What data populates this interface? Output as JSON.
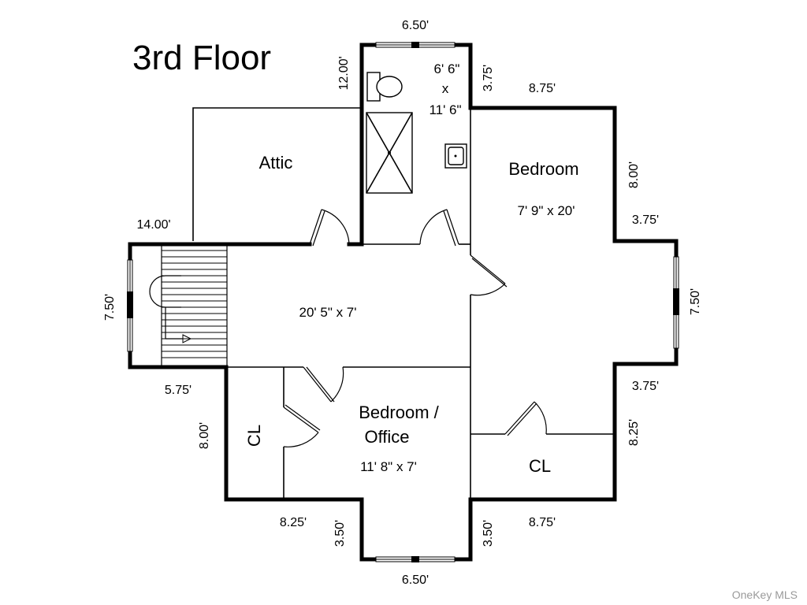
{
  "floor_title": "3rd Floor",
  "watermark": "OneKey MLS",
  "rooms": {
    "attic": {
      "name": "Attic"
    },
    "bath": {
      "size_line1": "6' 6\"",
      "size_line2": "x",
      "size_line3": "11' 6\""
    },
    "bedroom": {
      "name": "Bedroom",
      "size": "7' 9\" x 20'"
    },
    "hall": {
      "size": "20' 5\" x 7'"
    },
    "office": {
      "name_line1": "Bedroom /",
      "name_line2": "Office",
      "size": "11' 8\" x 7'"
    },
    "closet_left": {
      "name": "CL"
    },
    "closet_right": {
      "name": "CL"
    }
  },
  "dimensions": {
    "top_width": "6.50'",
    "bath_left": "12.00'",
    "bath_right": "3.75'",
    "bedroom_top": "8.75'",
    "bedroom_right_upper": "8.00'",
    "bedroom_step_upper": "3.75'",
    "right_bay": "7.50'",
    "bedroom_step_lower": "3.75'",
    "closet_right_side": "8.25'",
    "bottom_right": "8.75'",
    "bottom_right_inner": "3.50'",
    "bottom_width": "6.50'",
    "bottom_left_inner": "3.50'",
    "bottom_left": "8.25'",
    "closet_left_side": "8.00'",
    "stair_bottom": "5.75'",
    "left_bay": "7.50'",
    "attic_left": "14.00'"
  }
}
